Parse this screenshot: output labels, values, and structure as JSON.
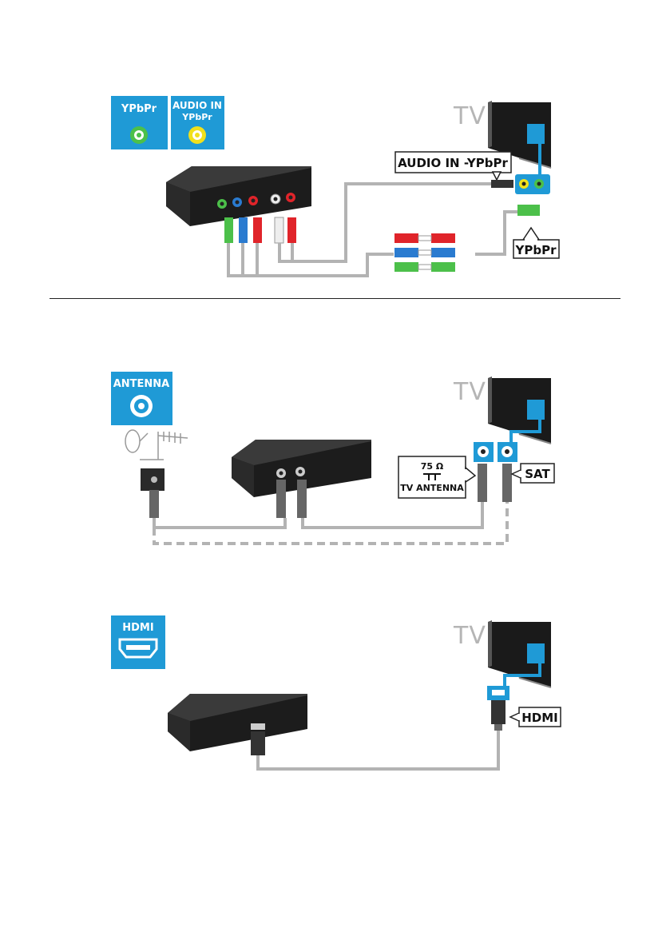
{
  "diagram1": {
    "tiles": [
      {
        "line1": "YPbPr",
        "line2": ""
      },
      {
        "line1": "AUDIO IN",
        "line2": "YPbPr"
      }
    ],
    "tv_label": "TV",
    "callout_audio": "AUDIO IN -YPbPr",
    "callout_video": "YPbPr"
  },
  "diagram2": {
    "tile": {
      "line1": "ANTENNA"
    },
    "tv_label": "TV",
    "callout_antenna_ohm": "75 Ω",
    "callout_antenna_text": "TV ANTENNA",
    "callout_sat": "SAT"
  },
  "diagram3": {
    "tile": {
      "line1": "HDMI"
    },
    "tv_label": "TV",
    "callout_hdmi": "HDMI"
  },
  "colors": {
    "tile_blue": "#1f9ad6",
    "cable_gray": "#b3b3b3",
    "green": "#4cc04a",
    "yellow": "#f1e01c",
    "red": "#e0242a",
    "blue": "#2a7bd0"
  }
}
